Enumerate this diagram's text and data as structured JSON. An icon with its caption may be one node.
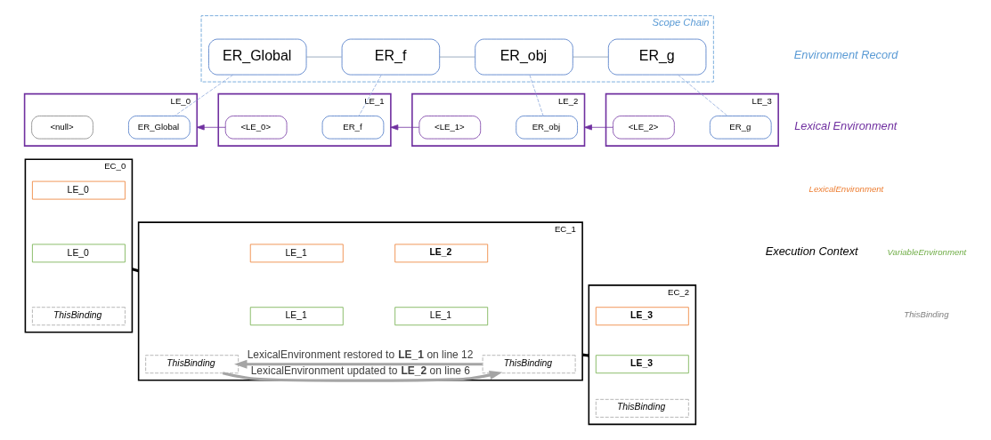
{
  "diagram": {
    "nodes": [
      {
        "text": [
          "Scope Chain"
        ]
      },
      {
        "text": [
          "ER_Global"
        ],
        "in": 0
      },
      {
        "text": [
          "ER_f"
        ],
        "in": 0
      },
      {
        "text": [
          "ER_obj"
        ],
        "in": 0
      },
      {
        "text": [
          "ER_g"
        ],
        "in": 0
      },
      {
        "text": [
          "LE_0"
        ]
      },
      {
        "text": [
          "<null>"
        ],
        "in": 5
      },
      {
        "text": [
          "ER_Global"
        ],
        "in": 5
      },
      {
        "text": [
          "LE_1"
        ]
      },
      {
        "text": [
          "<LE_0>"
        ],
        "in": 8
      },
      {
        "text": [
          "ER_f"
        ],
        "in": 8
      },
      {
        "text": [
          "LE_2"
        ]
      },
      {
        "text": [
          "<LE_1>"
        ],
        "in": 11
      },
      {
        "text": [
          "ER_obj"
        ],
        "in": 11
      },
      {
        "text": [
          "LE_3"
        ]
      },
      {
        "text": [
          "<LE_2>"
        ],
        "in": 14
      },
      {
        "text": [
          "ER_g"
        ],
        "in": 14
      },
      {
        "text": [
          "EC_0"
        ]
      },
      {
        "text": [
          "LE_0"
        ],
        "in": 17
      },
      {
        "text": [
          "LE_0"
        ],
        "in": 17
      },
      {
        "text": [
          "ThisBinding"
        ],
        "in": 17
      },
      {
        "text": [
          "EC_1"
        ]
      },
      {
        "text": [
          "LE_1"
        ],
        "in": 21
      },
      {
        "text": [
          "LE_1"
        ],
        "in": 21
      },
      {
        "text": [
          "ThisBinding"
        ],
        "in": 21
      },
      {
        "text": [
          "LE_2"
        ],
        "in": 21
      },
      {
        "text": [
          "LE_1"
        ],
        "in": 21
      },
      {
        "text": [
          "ThisBinding"
        ],
        "in": 21
      },
      {
        "text": [
          "EC_2"
        ]
      },
      {
        "text": [
          "LE_3"
        ],
        "in": 28
      },
      {
        "text": [
          "LE_3"
        ],
        "in": 28
      },
      {
        "text": [
          "ThisBinding"
        ],
        "in": 28
      }
    ],
    "edges": [
      {
        "from": 1,
        "to": 2,
        "arrow": "none",
        "color": "#8497b0"
      },
      {
        "from": 2,
        "to": 3,
        "arrow": "none",
        "color": "#8497b0"
      },
      {
        "from": 3,
        "to": 4,
        "arrow": "none",
        "color": "#8497b0"
      },
      {
        "from": 1,
        "to": 7,
        "arrow": "none",
        "style": "dashed",
        "color": "#8faadc"
      },
      {
        "from": 2,
        "to": 10,
        "arrow": "none",
        "style": "dashed",
        "color": "#8faadc"
      },
      {
        "from": 3,
        "to": 13,
        "arrow": "none",
        "style": "dashed",
        "color": "#8faadc"
      },
      {
        "from": 4,
        "to": 16,
        "arrow": "none",
        "style": "dashed",
        "color": "#8faadc"
      },
      {
        "from": 9,
        "to": 5,
        "arrow": "to",
        "color": "#7030a0"
      },
      {
        "from": 12,
        "to": 8,
        "arrow": "to",
        "color": "#7030a0"
      },
      {
        "from": 15,
        "to": 11,
        "arrow": "to",
        "color": "#7030a0"
      },
      {
        "from": 17,
        "to": 21,
        "arrow": "none",
        "style": "thick",
        "color": "#000000"
      },
      {
        "from": 21,
        "to": 28,
        "arrow": "none",
        "style": "thick",
        "color": "#000000"
      },
      {
        "from": 24,
        "to": 27,
        "arrow": "to",
        "style": "thick",
        "color": "#a5a5a5",
        "label": "LexicalEnvironment updated to **LE_2** on line 6"
      },
      {
        "from": 27,
        "to": 24,
        "arrow": "to",
        "style": "thick",
        "color": "#a5a5a5",
        "label": "LexicalEnvironment restored to **LE_1** on line 12"
      }
    ],
    "labels": [
      "Environment Record",
      "Lexical Environment",
      "Execution Context",
      "LexicalEnvironment",
      "VariableEnvironment",
      "ThisBinding"
    ]
  }
}
